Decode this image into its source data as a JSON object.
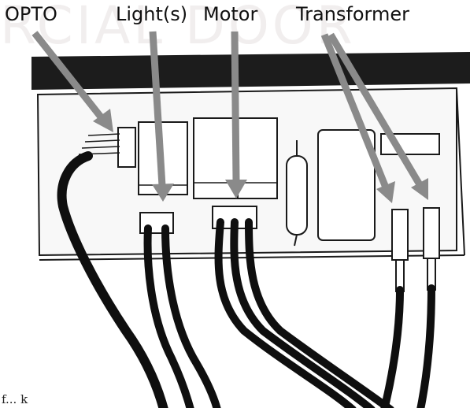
{
  "watermark": "RCIAL DOOR",
  "labels": {
    "opto": "OPTO",
    "lights": "Light(s)",
    "motor": "Motor",
    "transformer": "Transformer"
  },
  "caption": "f... k",
  "colors": {
    "arrow": "#8a8a8a",
    "wire": "#0f0f0f",
    "board": "#f7f7f7",
    "outline": "#1a1a1a",
    "watermark": "#f1eeee"
  }
}
